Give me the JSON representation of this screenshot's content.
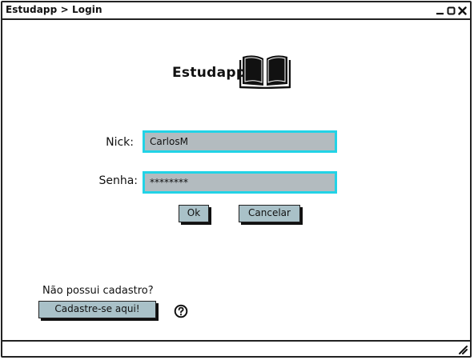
{
  "window": {
    "title": "Estudapp > Login"
  },
  "icons": {
    "minimize": "minimize-icon",
    "maximize": "maximize-icon",
    "close": "close-icon",
    "logo": "open-book-icon",
    "help": "help-circle-icon",
    "resize": "resize-grip-icon"
  },
  "logo": {
    "text": "Estudapp"
  },
  "form": {
    "nick_label": "Nick:",
    "nick_value": "CarlosM",
    "password_label": "Senha:",
    "password_value": "********",
    "ok_label": "Ok",
    "cancel_label": "Cancelar"
  },
  "signup": {
    "question": "Não possui cadastro?",
    "button_label": "Cadastre-se aqui!"
  },
  "colors": {
    "field_fill": "#b3bbbf",
    "field_border": "#22d3e6",
    "button_fill": "#a9c1c8"
  }
}
